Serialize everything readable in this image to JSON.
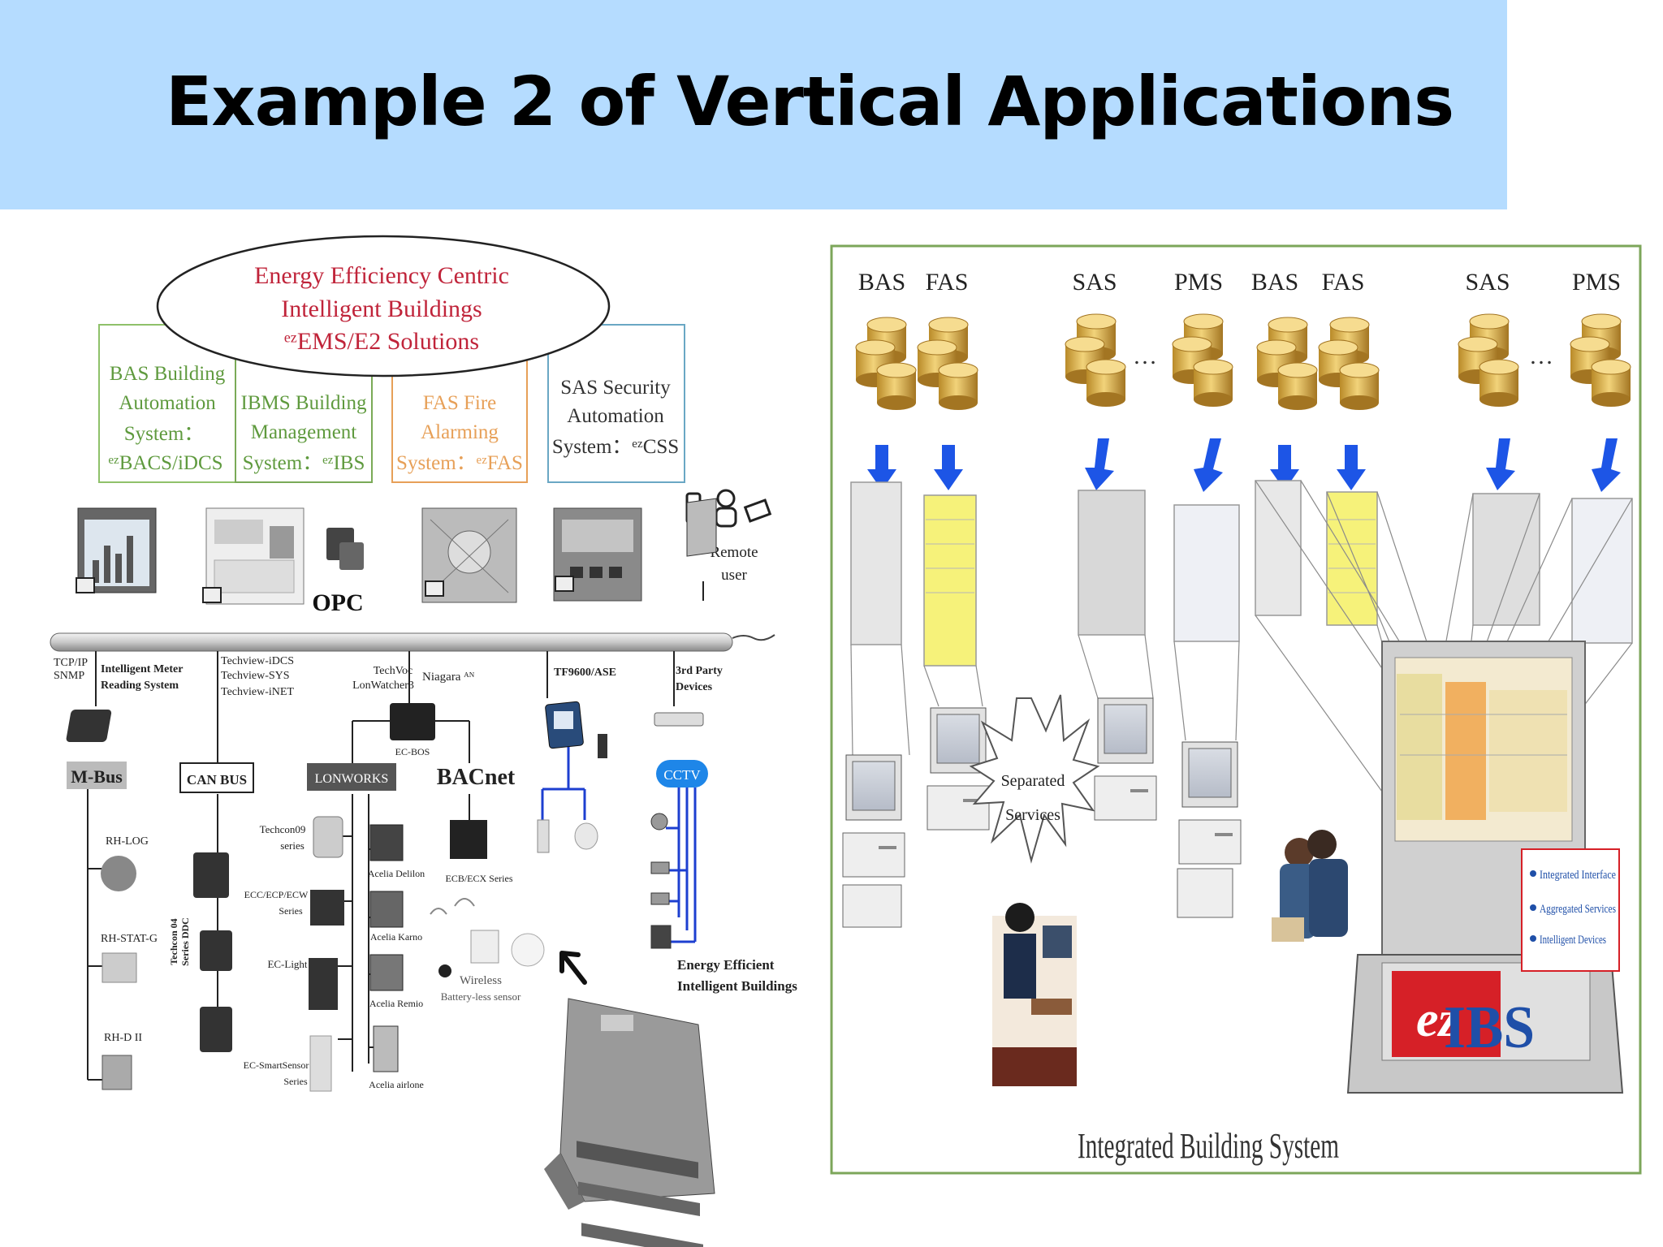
{
  "title": "Example 2 of Vertical Applications",
  "left_diagram": {
    "ellipse_lines": [
      "Energy Efficiency Centric",
      "Intelligent Buildings",
      "ᵉᶻEMS/E2 Solutions"
    ],
    "system_boxes": [
      {
        "lines": [
          "BAS Building",
          "Automation",
          "System：",
          "ᵉᶻBACS/iDCS"
        ]
      },
      {
        "lines": [
          "IBMS Building",
          "Management",
          "System：ᵉᶻIBS"
        ]
      },
      {
        "lines": [
          "FAS  Fire",
          "Alarming",
          "System：ᵉᶻFAS"
        ]
      },
      {
        "lines": [
          "SAS  Security",
          "Automation",
          "System：ᵉᶻCSS"
        ]
      }
    ],
    "opc_logo": "OPC",
    "remote_user": [
      "Remote",
      "user"
    ],
    "bus_labels": {
      "tcpip": [
        "TCP/IP",
        "SNMP"
      ],
      "meter": [
        "Intelligent Meter",
        "Reading System"
      ],
      "techview": [
        "Techview-iDCS",
        "Techview-SYS",
        "Techview-iNET"
      ],
      "techvoc": [
        "TechVoc",
        "LonWatcher3"
      ],
      "niagara": "Niagara ᴬᴺ",
      "tf9600": "TF9600/ASE",
      "third_party": [
        "3rd Party",
        "Devices"
      ]
    },
    "protocols": {
      "mbus": "M-Bus",
      "canbus": "CAN BUS",
      "lonworks": "LONWORKS",
      "bacnet": "BACnet",
      "cctv": "CCTV"
    },
    "devices": {
      "ecbos": "EC-BOS",
      "rhlog": "RH-LOG",
      "rhstat": "RH-STAT-G",
      "rhd": "RH-D II",
      "techcon04": [
        "Techcon 04",
        "Series DDC"
      ],
      "techcon09": [
        "Techcon09",
        "series"
      ],
      "ecc": [
        "ECC/ECP/ECW",
        "Series"
      ],
      "eclight": "EC-Light",
      "ecsmart": [
        "EC-SmartSensor",
        "Series"
      ],
      "delilon": "Acelia Delilon",
      "karno": "Acelia Karno",
      "remio": "Acelia Remio",
      "airlone": "Acelia airlone",
      "ecb": "ECB/ECX Series",
      "wireless": [
        "Wireless",
        "Battery-less sensor"
      ],
      "energy_building": [
        "Energy Efficient",
        "Intelligent Buildings"
      ]
    }
  },
  "right_diagram": {
    "db_labels": [
      "BAS",
      "FAS",
      "SAS",
      "PMS",
      "BAS",
      "FAS",
      "SAS",
      "PMS"
    ],
    "ellipsis": "…",
    "separated_services": [
      "Separated",
      "Services"
    ],
    "features": [
      "Integrated Interface",
      "Aggregated Services",
      "Intelligent Devices"
    ],
    "logo_prefix": "ez",
    "logo_suffix": "IBS",
    "caption": "Integrated Building System"
  },
  "colors": {
    "title_band": "#b5dcff",
    "ellipse_text": "#c0243a",
    "bas_box": "#8fc16a",
    "ibms_box": "#7aaa57",
    "fas_box": "#e7a058",
    "sas_box": "#6aa7c4",
    "db_gold": "#d7a53b",
    "arrow_blue": "#1d55e6",
    "cctv": "#1e86e8",
    "logo_red": "#d62027",
    "logo_blue": "#1f4fa8"
  }
}
